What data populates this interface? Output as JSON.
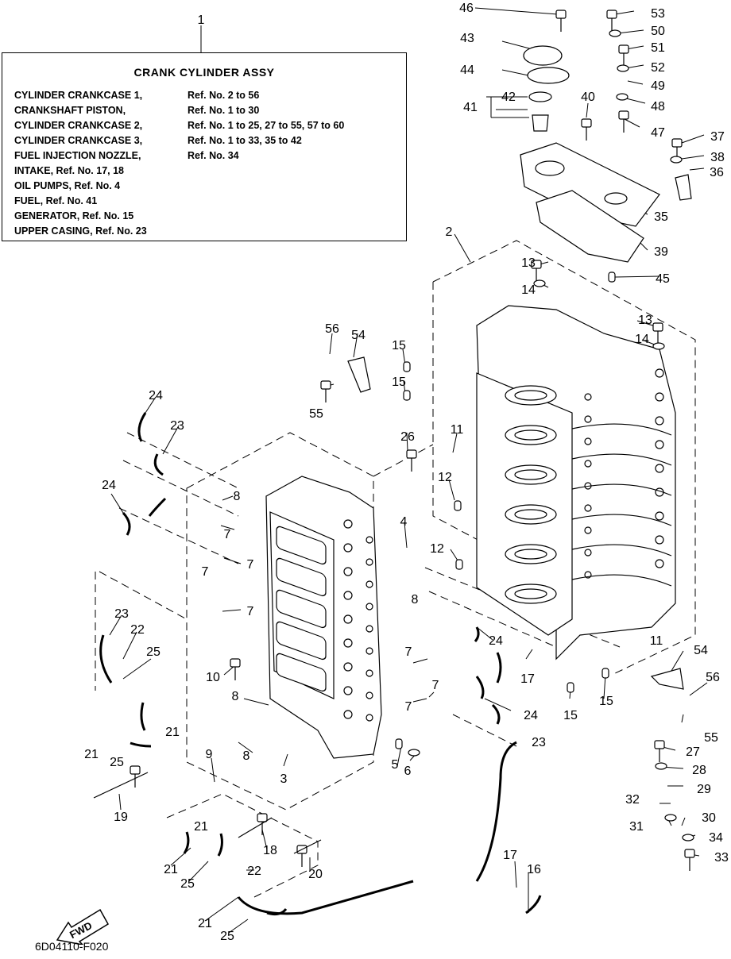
{
  "reference_box": {
    "title": "CRANK CYLINDER ASSY",
    "rows": [
      {
        "name": "CYLINDER CRANKCASE 1,",
        "ref": "Ref. No. 2 to 56"
      },
      {
        "name": "CRANKSHAFT PISTON,",
        "ref": "Ref. No. 1 to 30"
      },
      {
        "name": "CYLINDER CRANKCASE 2,",
        "ref": "Ref. No. 1 to 25, 27 to 55, 57 to 60"
      },
      {
        "name": "CYLINDER CRANKCASE 3,",
        "ref": "Ref. No. 1 to 33, 35 to 42"
      },
      {
        "name": "FUEL INJECTION NOZZLE,",
        "ref": "Ref. No. 34"
      },
      {
        "name": "INTAKE, Ref. No. 17, 18",
        "ref": ""
      },
      {
        "name": "OIL PUMPS, Ref. No. 4",
        "ref": ""
      },
      {
        "name": "FUEL, Ref. No. 41",
        "ref": ""
      },
      {
        "name": "GENERATOR, Ref. No. 15",
        "ref": ""
      },
      {
        "name": "UPPER CASING, Ref. No. 23",
        "ref": ""
      }
    ]
  },
  "fwd_label": "FWD",
  "drawing_code": "6D04110-F020",
  "callouts": [
    "1",
    "2",
    "3",
    "4",
    "5",
    "6",
    "7",
    "8",
    "9",
    "10",
    "11",
    "12",
    "13",
    "14",
    "15",
    "16",
    "17",
    "18",
    "19",
    "20",
    "21",
    "22",
    "23",
    "24",
    "25",
    "26",
    "27",
    "28",
    "29",
    "30",
    "31",
    "32",
    "33",
    "34",
    "35",
    "36",
    "37",
    "38",
    "39",
    "40",
    "41",
    "42",
    "43",
    "44",
    "45",
    "46",
    "47",
    "48",
    "49",
    "50",
    "51",
    "52",
    "53",
    "54",
    "55",
    "56"
  ],
  "colors": {
    "line": "#000000",
    "background": "#ffffff"
  }
}
